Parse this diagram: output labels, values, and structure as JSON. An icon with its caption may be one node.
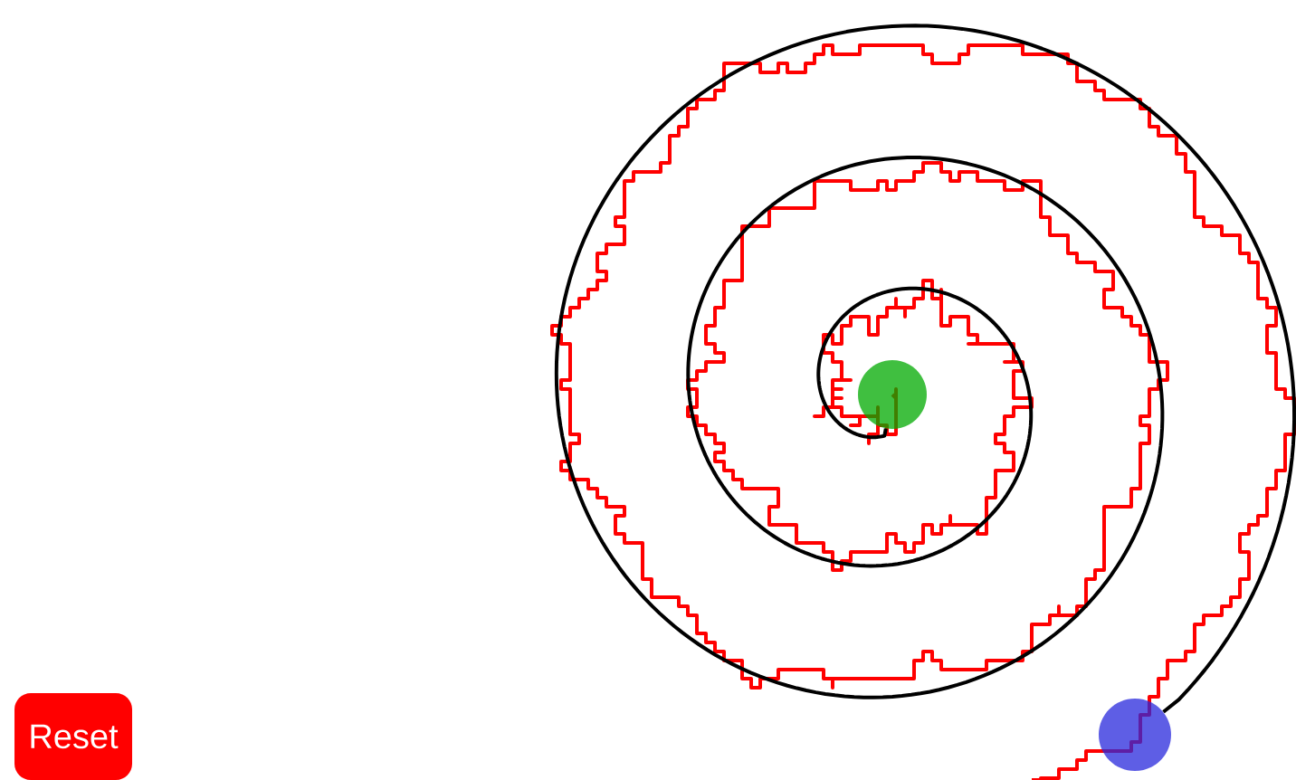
{
  "diagram": {
    "nodes": [
      {
        "text": [],
        "shape": "circle"
      },
      {
        "text": [],
        "shape": "circle"
      },
      {
        "text": [
          "Reset"
        ]
      }
    ],
    "edges": [
      {
        "from": 1,
        "to": 0,
        "arrow": "none"
      }
    ]
  }
}
